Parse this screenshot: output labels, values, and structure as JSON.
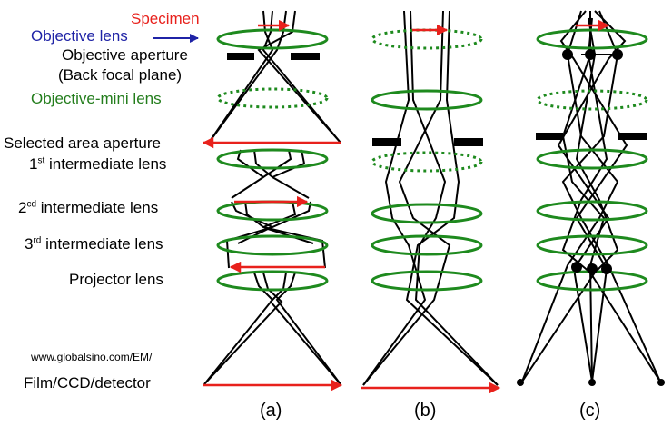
{
  "labels": {
    "specimen": "Specimen",
    "objective_lens": "Objective lens",
    "objective_aperture": "Objective aperture",
    "back_focal_plane": "(Back focal plane)",
    "objective_mini_lens": "Objective-mini lens",
    "selected_area_aperture": "Selected area aperture",
    "intermediate_1_num": "1",
    "intermediate_1_sup": "st",
    "intermediate_1_rest": " intermediate lens",
    "intermediate_2_num": "2",
    "intermediate_2_sup": "cd",
    "intermediate_2_rest": " intermediate lens",
    "intermediate_3_num": "3",
    "intermediate_3_sup": "rd",
    "intermediate_3_rest": " intermediate lens",
    "projector_lens": "Projector lens",
    "website": "www.globalsino.com/EM/",
    "detector": "Film/CCD/detector"
  },
  "captions": {
    "a": "(a)",
    "b": "(b)",
    "c": "(c)"
  },
  "colors": {
    "lens_green": "#1e8a1e",
    "arrow_red": "#e8211c",
    "label_blue": "#1f23a6",
    "label_green": "#237d1c",
    "ray_black": "#000000"
  }
}
